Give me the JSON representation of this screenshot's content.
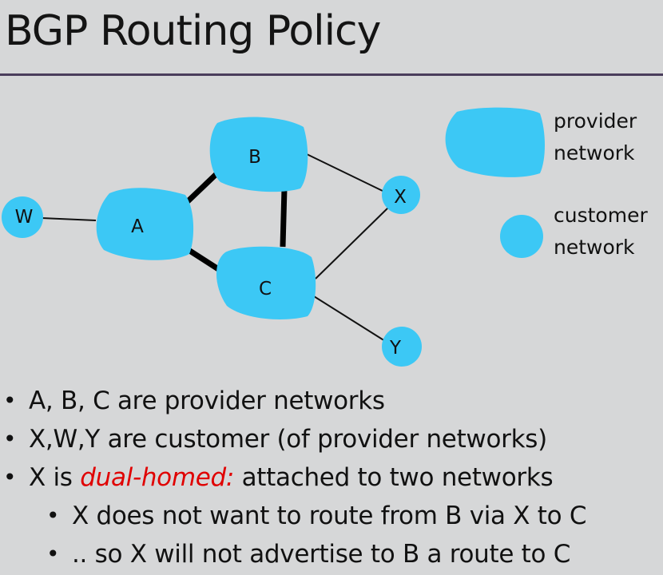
{
  "title": "BGP Routing Policy",
  "diagram": {
    "nodes": {
      "A": "A",
      "B": "B",
      "C": "C",
      "W": "W",
      "X": "X",
      "Y": "Y"
    }
  },
  "legend": {
    "provider": [
      "provider",
      "network"
    ],
    "customer": [
      "customer",
      "network"
    ]
  },
  "bullets": [
    {
      "text": "A, B, C are provider networks"
    },
    {
      "text": "X,W,Y are customer (of provider networks)"
    },
    {
      "prefix": "X is ",
      "emphasis": "dual-homed:",
      "suffix": " attached to two networks"
    },
    {
      "text": "X does not want to route from B via X to C"
    },
    {
      "text": ".. so X will not advertise to B a route to C"
    }
  ],
  "bullet_symbol": "•",
  "colors": {
    "network_fill": "#3cc8f5",
    "emphasis": "#e00000",
    "rule": "#4a3d5c"
  }
}
